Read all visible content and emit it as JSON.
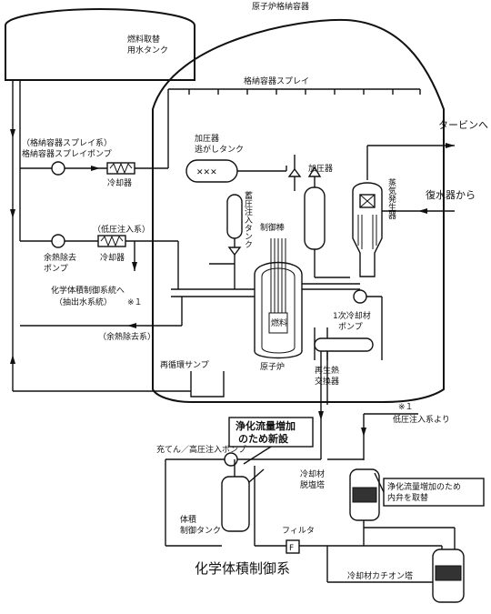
{
  "labels": {
    "containment_vessel": "原子炉格納容器",
    "fuel_tank_1": "燃料取替",
    "fuel_tank_2": "用水タンク",
    "containment_spray": "格納容器スプレイ",
    "turbine": "タービンへ",
    "condenser": "復水器から",
    "spray_system": "（格納容器スプレイ系）",
    "spray_pump": "格納容器スプレイポンプ",
    "cooler_1": "冷却器",
    "pressurizer_tank_1": "加圧器",
    "pressurizer_tank_2": "逃がしタンク",
    "pressurizer": "加圧器",
    "steam_generator": "蒸気発生器",
    "accumulator": "蓄圧注入タンク",
    "control_rod": "制御棒",
    "lp_injection": "（低圧注入系）",
    "cooler_2": "冷却器",
    "rhr_pump_1": "余熱除去",
    "rhr_pump_2": "ポンプ",
    "cvcs_to_1": "化学体積制御系統へ",
    "cvcs_to_2": "（抽出水系統）",
    "note_1": "※１",
    "fuel": "燃料",
    "rcp_1": "1次冷却材",
    "rcp_2": "ポンプ",
    "rhr_system": "（余熱除去系）",
    "reactor": "原子炉",
    "recirc_sump": "再循環サンプ",
    "regen_hx_1": "再生熱",
    "regen_hx_2": "交換器",
    "note_2": "※１",
    "lp_from": "低圧注入系より",
    "new_box_1": "浄化流量増加",
    "new_box_2": "のため新設",
    "charging_pump": "充てん／高圧注入ポンプ",
    "demin_1": "冷却材",
    "demin_2": "脱塩塔",
    "internals_1": "浄化流量増加のため",
    "internals_2": "内弁を取替",
    "vct_1": "体積",
    "vct_2": "制御タンク",
    "filter": "フィルタ",
    "filter_symbol": "F",
    "title": "化学体積制御系",
    "cation_tower": "冷却材カチオン塔"
  }
}
